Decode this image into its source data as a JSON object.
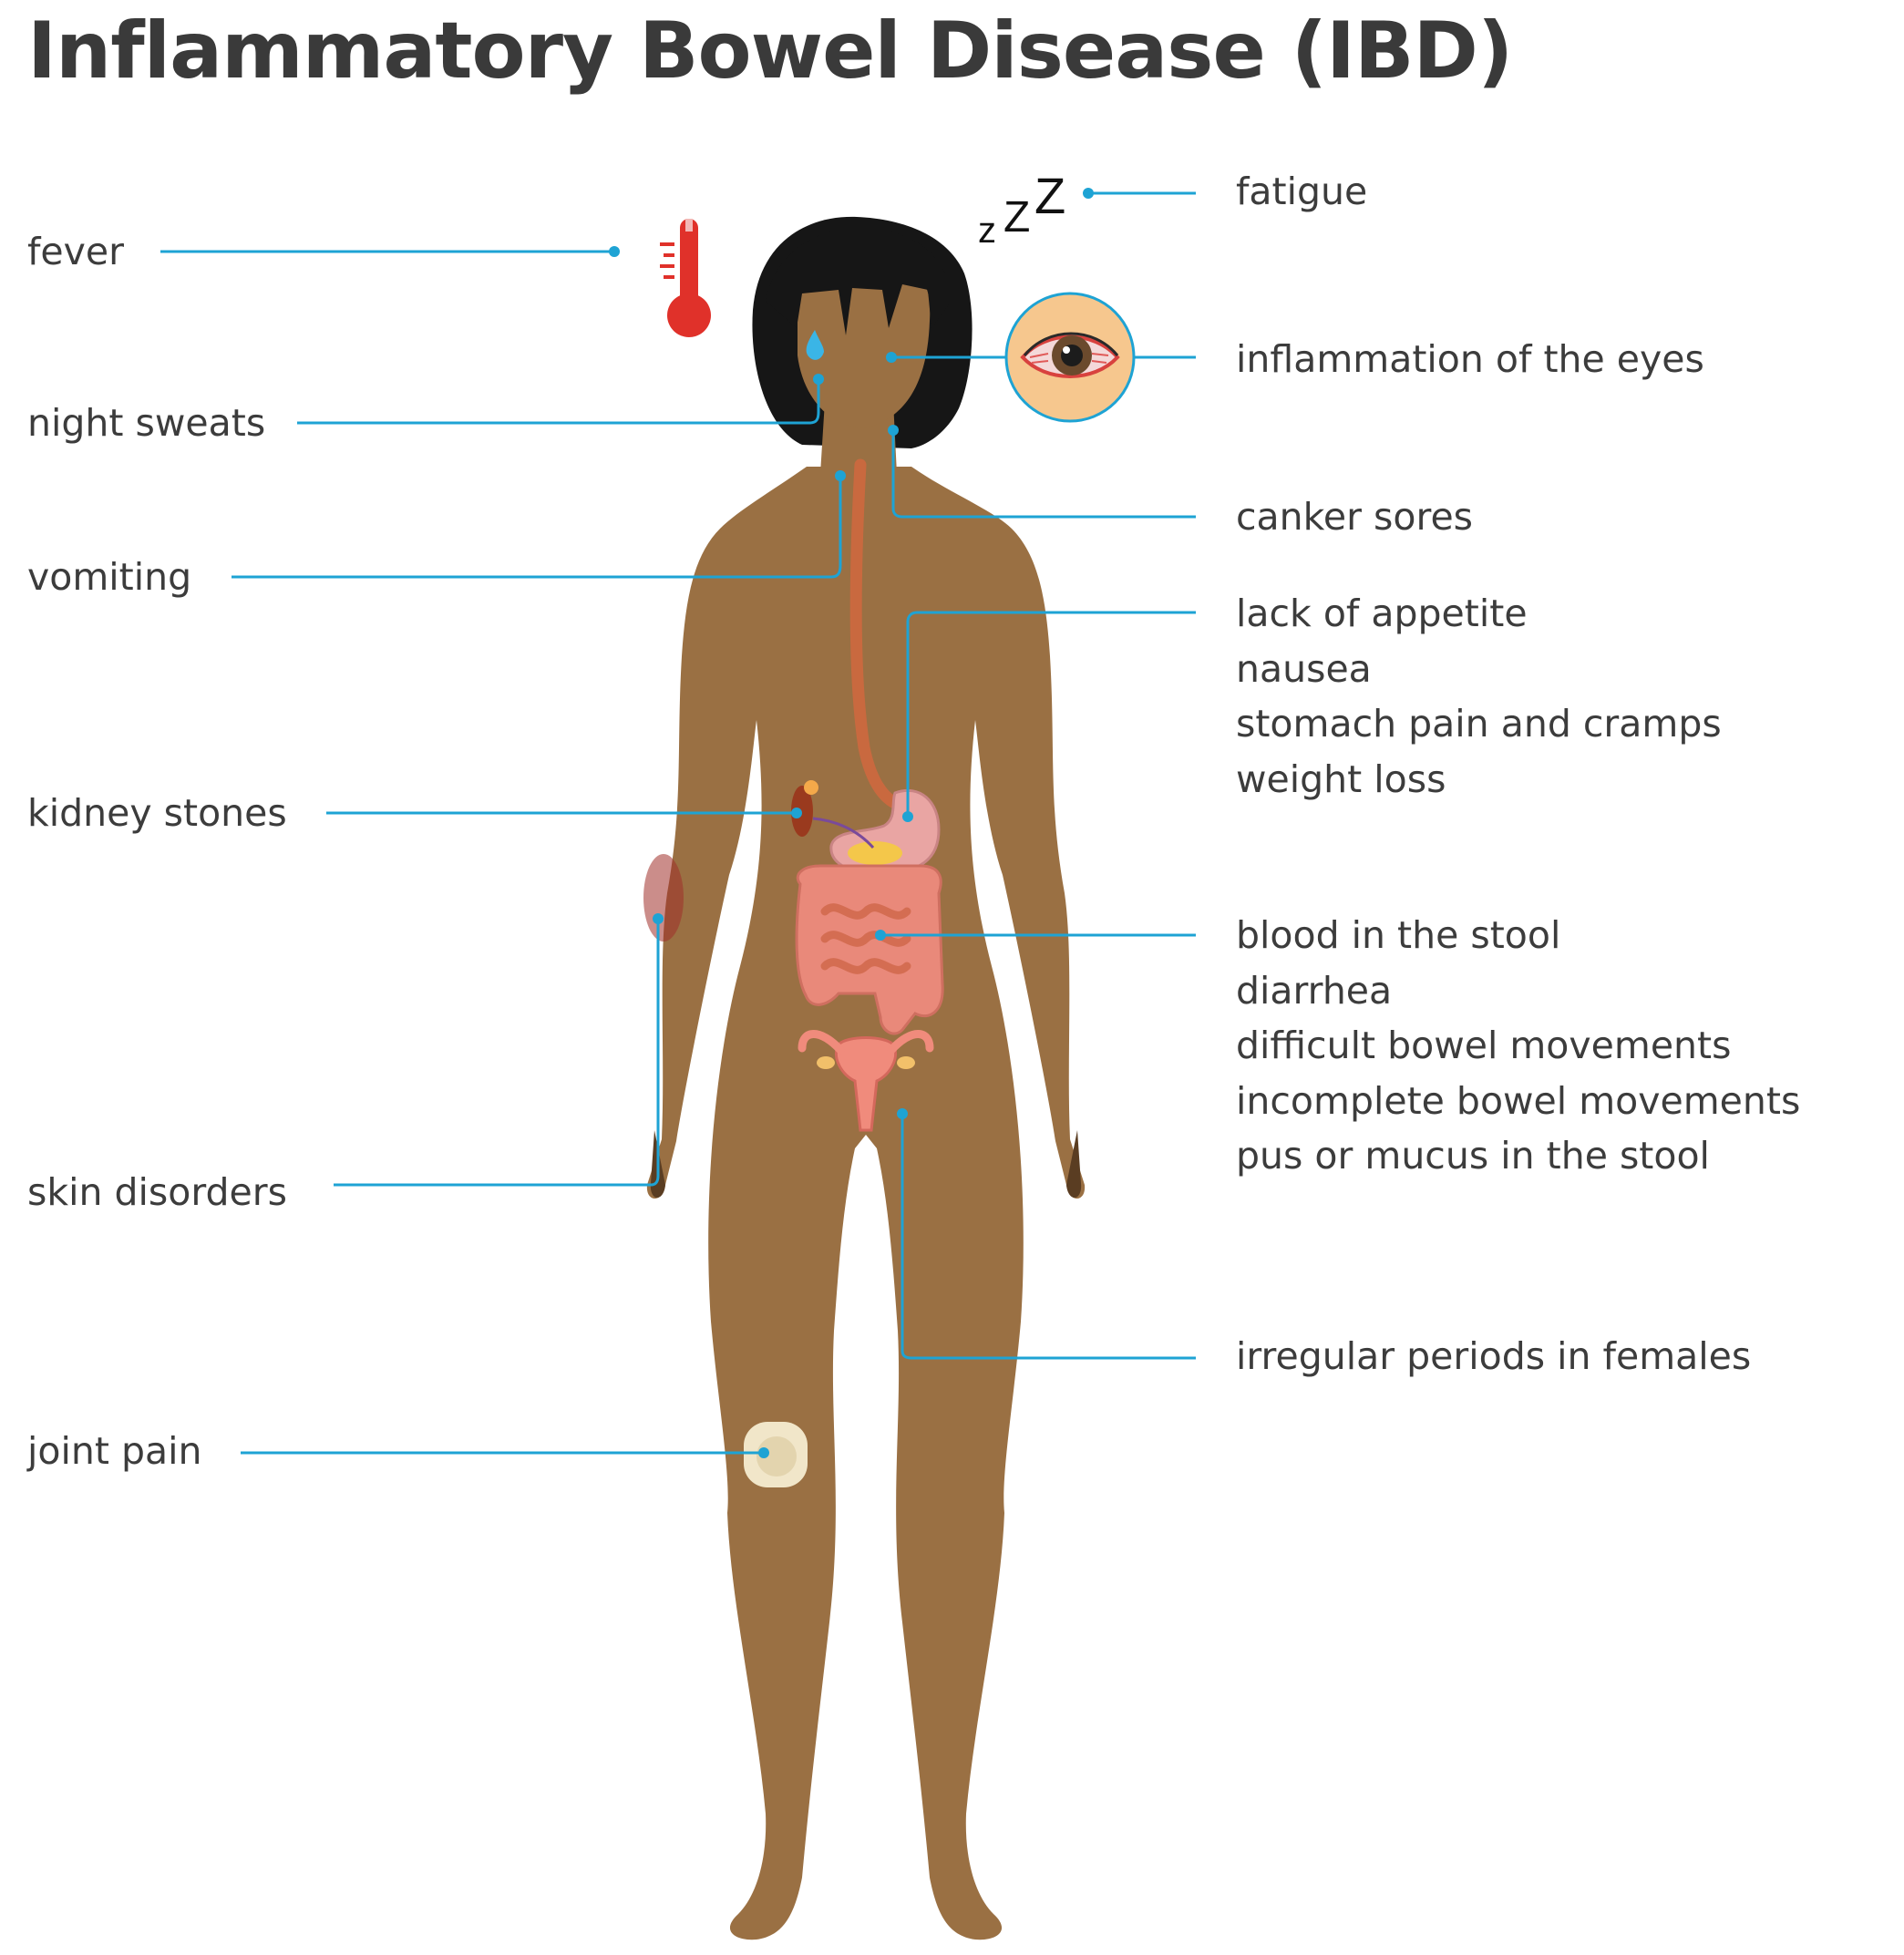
{
  "title": "Inflammatory Bowel Disease (IBD)",
  "colors": {
    "leader_line": "#1ea3d4",
    "skin": "#9a7043",
    "hair": "#161616",
    "thermometer": "#e0312a",
    "text": "#3c3c3c"
  },
  "icons": {
    "fever": "thermometer-icon",
    "fatigue": "zzz-sleep-icon",
    "eyes": "red-eye-icon",
    "night_sweats": "sweat-drop-icon",
    "joint_pain": "knee-joint-icon"
  },
  "sleep_glyphs": [
    "z",
    "Z",
    "Z"
  ],
  "left_labels": {
    "fever": "fever",
    "night_sweats": "night sweats",
    "vomiting": "vomiting",
    "kidney_stones": "kidney stones",
    "skin_disorders": "skin disorders",
    "joint_pain": "joint pain"
  },
  "right_labels": {
    "fatigue": "fatigue",
    "eyes": "inflammation of the eyes",
    "canker_sores": "canker sores",
    "stomach": [
      "lack of appetite",
      "nausea",
      "stomach pain and cramps",
      "weight loss"
    ],
    "bowel": [
      "blood in the stool",
      "diarrhea",
      "difficult bowel movements",
      "incomplete bowel movements",
      "pus or mucus in the stool"
    ],
    "periods": "irregular periods in females"
  }
}
